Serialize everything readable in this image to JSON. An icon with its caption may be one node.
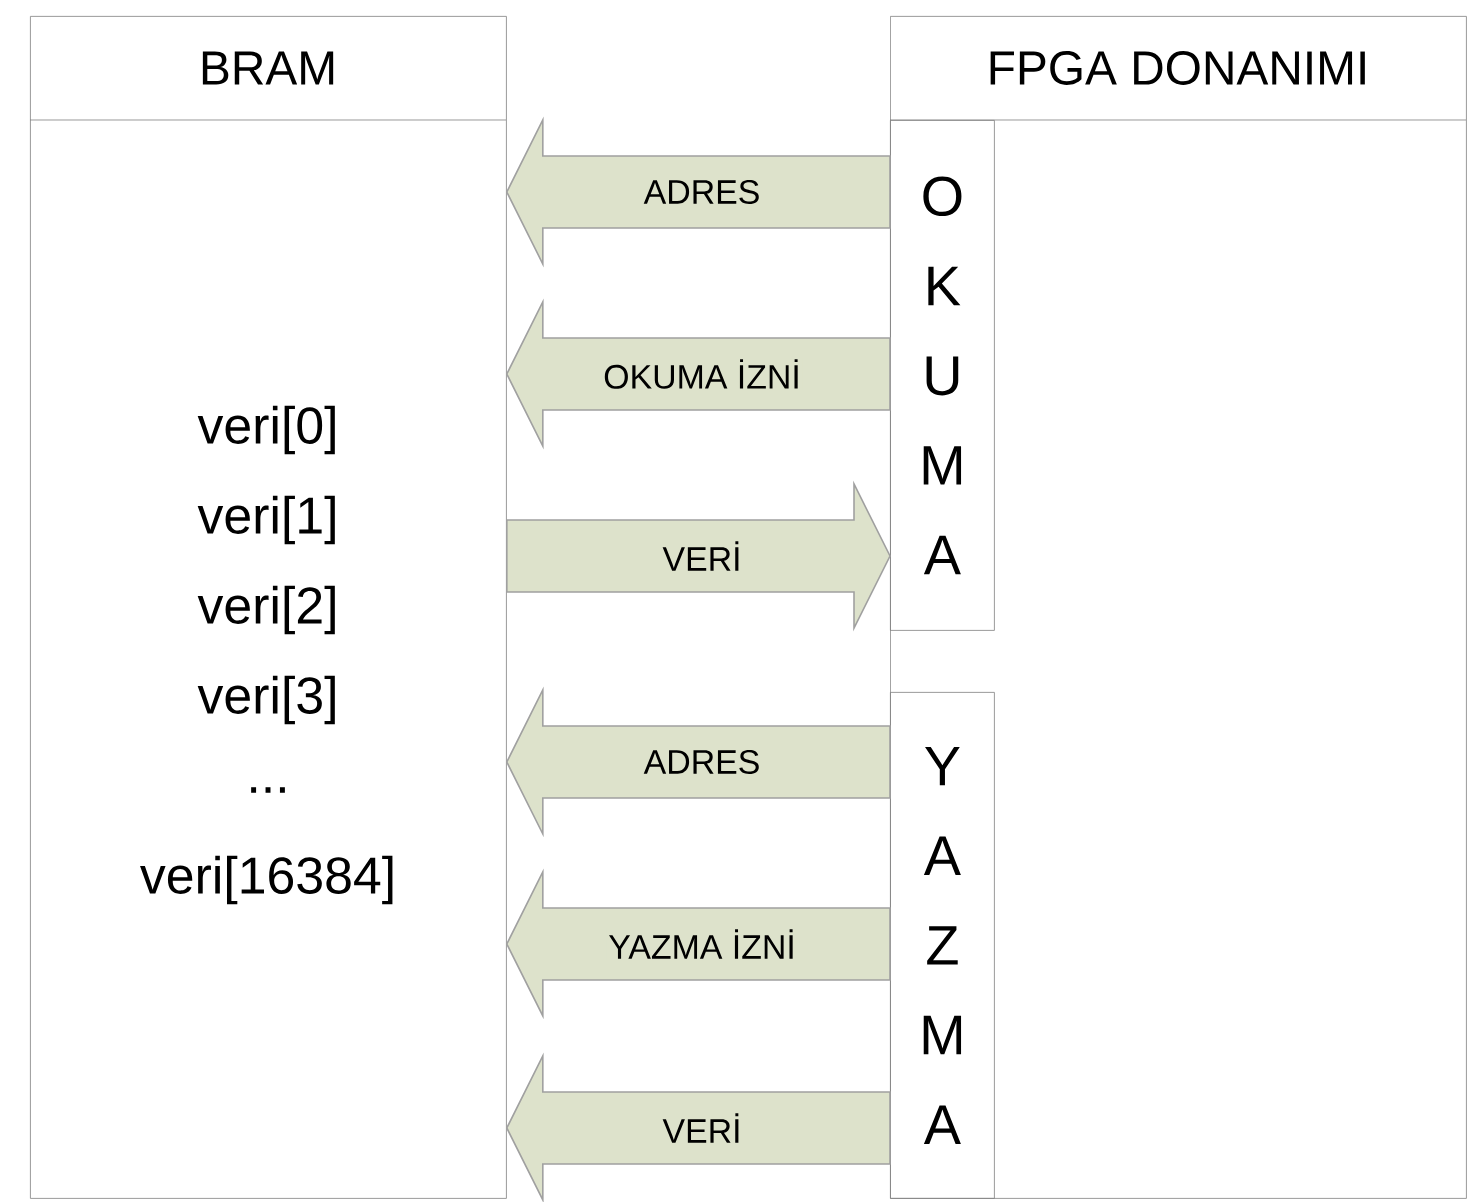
{
  "diagram": {
    "nodes": [
      {
        "text": [
          "BRAM",
          "veri[0]",
          "veri[1]",
          "veri[2]",
          "veri[3]",
          "...",
          "veri[16384]"
        ]
      },
      {
        "text": [
          "FPGA DONANIMI"
        ]
      },
      {
        "text": [
          "OKUMA"
        ],
        "in": 1
      },
      {
        "text": [
          "YAZMA"
        ],
        "in": 1
      }
    ],
    "edges": [
      {
        "from": 2,
        "to": 0,
        "arrow": "to",
        "label": "ADRES"
      },
      {
        "from": 2,
        "to": 0,
        "arrow": "to",
        "label": "OKUMA İZNİ"
      },
      {
        "from": 0,
        "to": 2,
        "arrow": "to",
        "label": "VERİ"
      },
      {
        "from": 3,
        "to": 0,
        "arrow": "to",
        "label": "ADRES"
      },
      {
        "from": 3,
        "to": 0,
        "arrow": "to",
        "label": "YAZMA İZNİ"
      },
      {
        "from": 3,
        "to": 0,
        "arrow": "to",
        "label": "VERİ"
      }
    ]
  }
}
